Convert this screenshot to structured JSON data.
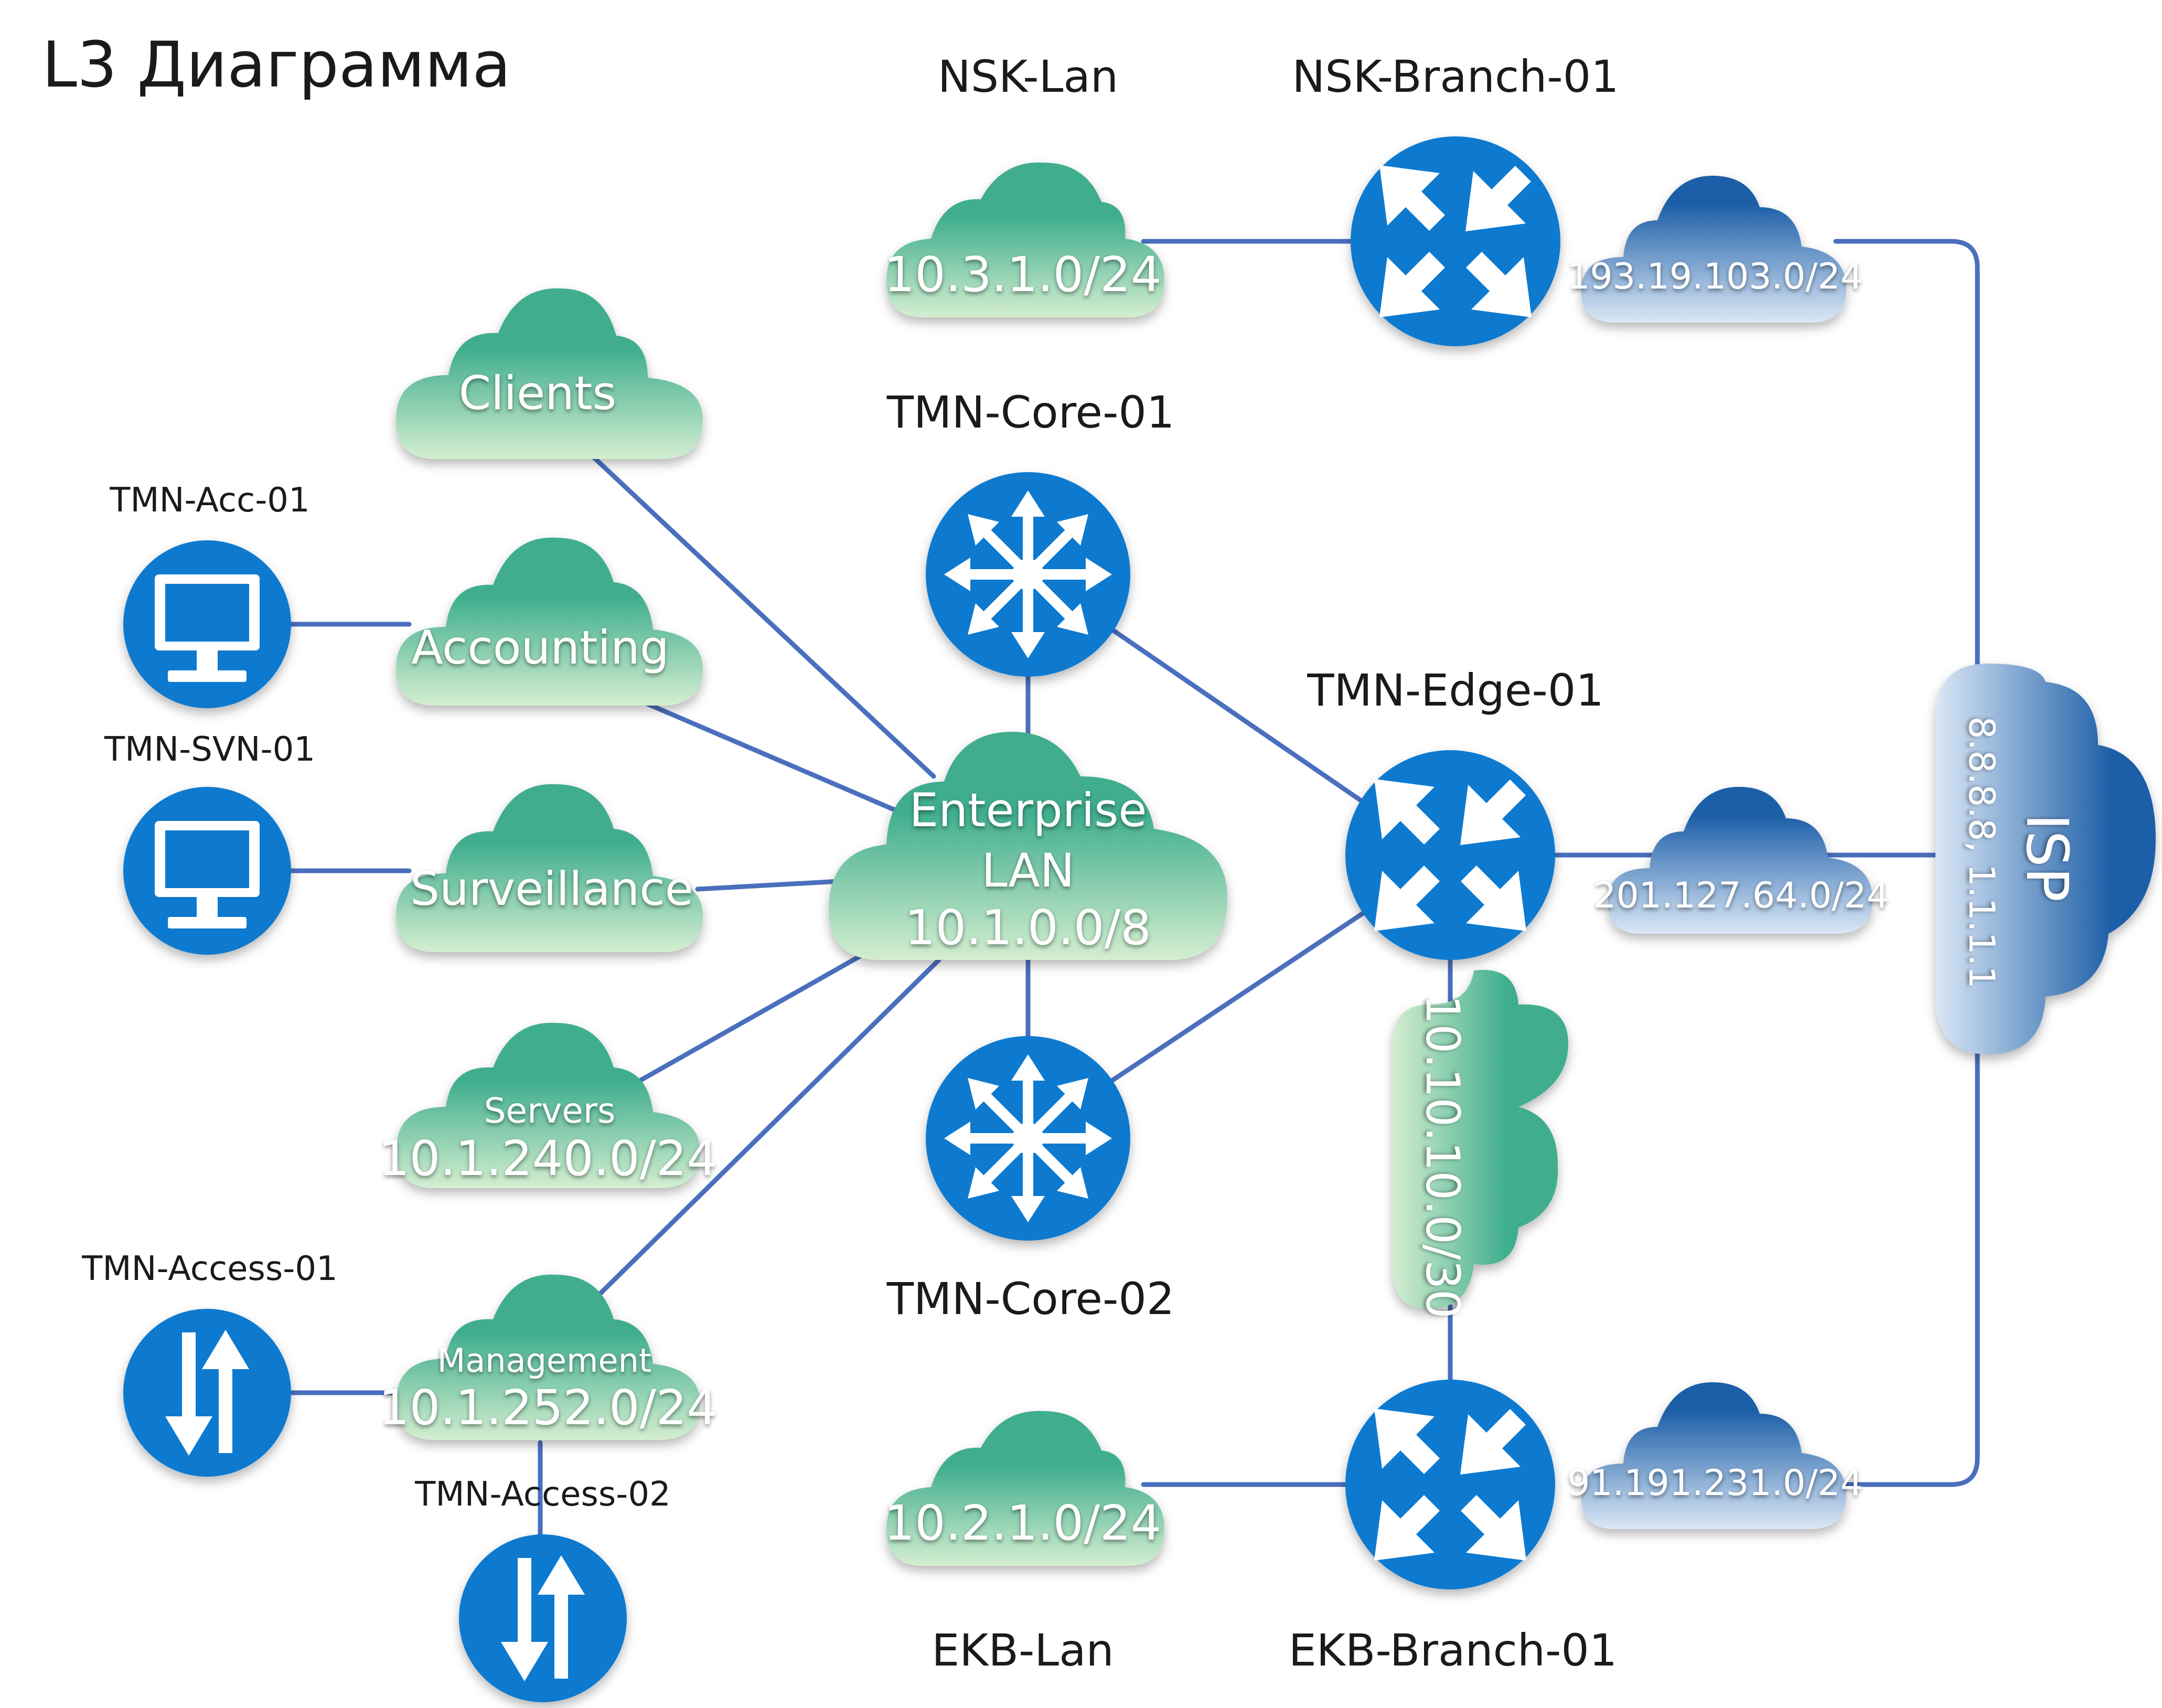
{
  "title": "L3 Диаграмма",
  "colors": {
    "link": "#4a6fbd",
    "device": "#0c7ad0",
    "green_cloud_top": "#3fae8e",
    "green_cloud_bottom": "#d4eed0",
    "blue_cloud_top": "#1e5fa8",
    "blue_cloud_bottom": "#dbe8f6",
    "icon": "#ffffff"
  },
  "devices": [
    {
      "id": "nsk-branch-01",
      "label": "NSK-Branch-01",
      "kind": "router"
    },
    {
      "id": "tmn-core-01",
      "label": "TMN-Core-01",
      "kind": "switch"
    },
    {
      "id": "tmn-edge-01",
      "label": "TMN-Edge-01",
      "kind": "router"
    },
    {
      "id": "tmn-core-02",
      "label": "TMN-Core-02",
      "kind": "switch"
    },
    {
      "id": "ekb-branch-01",
      "label": "EKB-Branch-01",
      "kind": "router"
    },
    {
      "id": "tmn-acc-01",
      "label": "TMN-Acc-01",
      "kind": "workstation"
    },
    {
      "id": "tmn-svn-01",
      "label": "TMN-SVN-01",
      "kind": "workstation"
    },
    {
      "id": "tmn-access-01",
      "label": "TMN-Access-01",
      "kind": "access-switch"
    },
    {
      "id": "tmn-access-02",
      "label": "TMN-Access-02",
      "kind": "access-switch"
    }
  ],
  "networks": {
    "nsk_lan": {
      "name": "NSK-Lan",
      "subnet": "10.3.1.0/24"
    },
    "ekb_lan": {
      "name": "EKB-Lan",
      "subnet": "10.2.1.0/24"
    },
    "clients": {
      "name": "Clients"
    },
    "accounting": {
      "name": "Accounting"
    },
    "surveillance": {
      "name": "Surveillance"
    },
    "servers": {
      "name": "Servers",
      "subnet": "10.1.240.0/24"
    },
    "management": {
      "name": "Management",
      "subnet": "10.1.252.0/24"
    },
    "enterprise": {
      "line1": "Enterprise",
      "line2": "LAN",
      "subnet": "10.1.0.0/8"
    },
    "transit": {
      "subnet": "10.10.10.0/30"
    },
    "wan_nsk": {
      "subnet": "193.19.103.0/24"
    },
    "wan_tmn": {
      "subnet": "201.127.64.0/24"
    },
    "wan_ekb": {
      "subnet": "91.191.231.0/24"
    },
    "isp": {
      "name": "ISP",
      "dns": "8.8.8.8, 1.1.1.1"
    }
  }
}
